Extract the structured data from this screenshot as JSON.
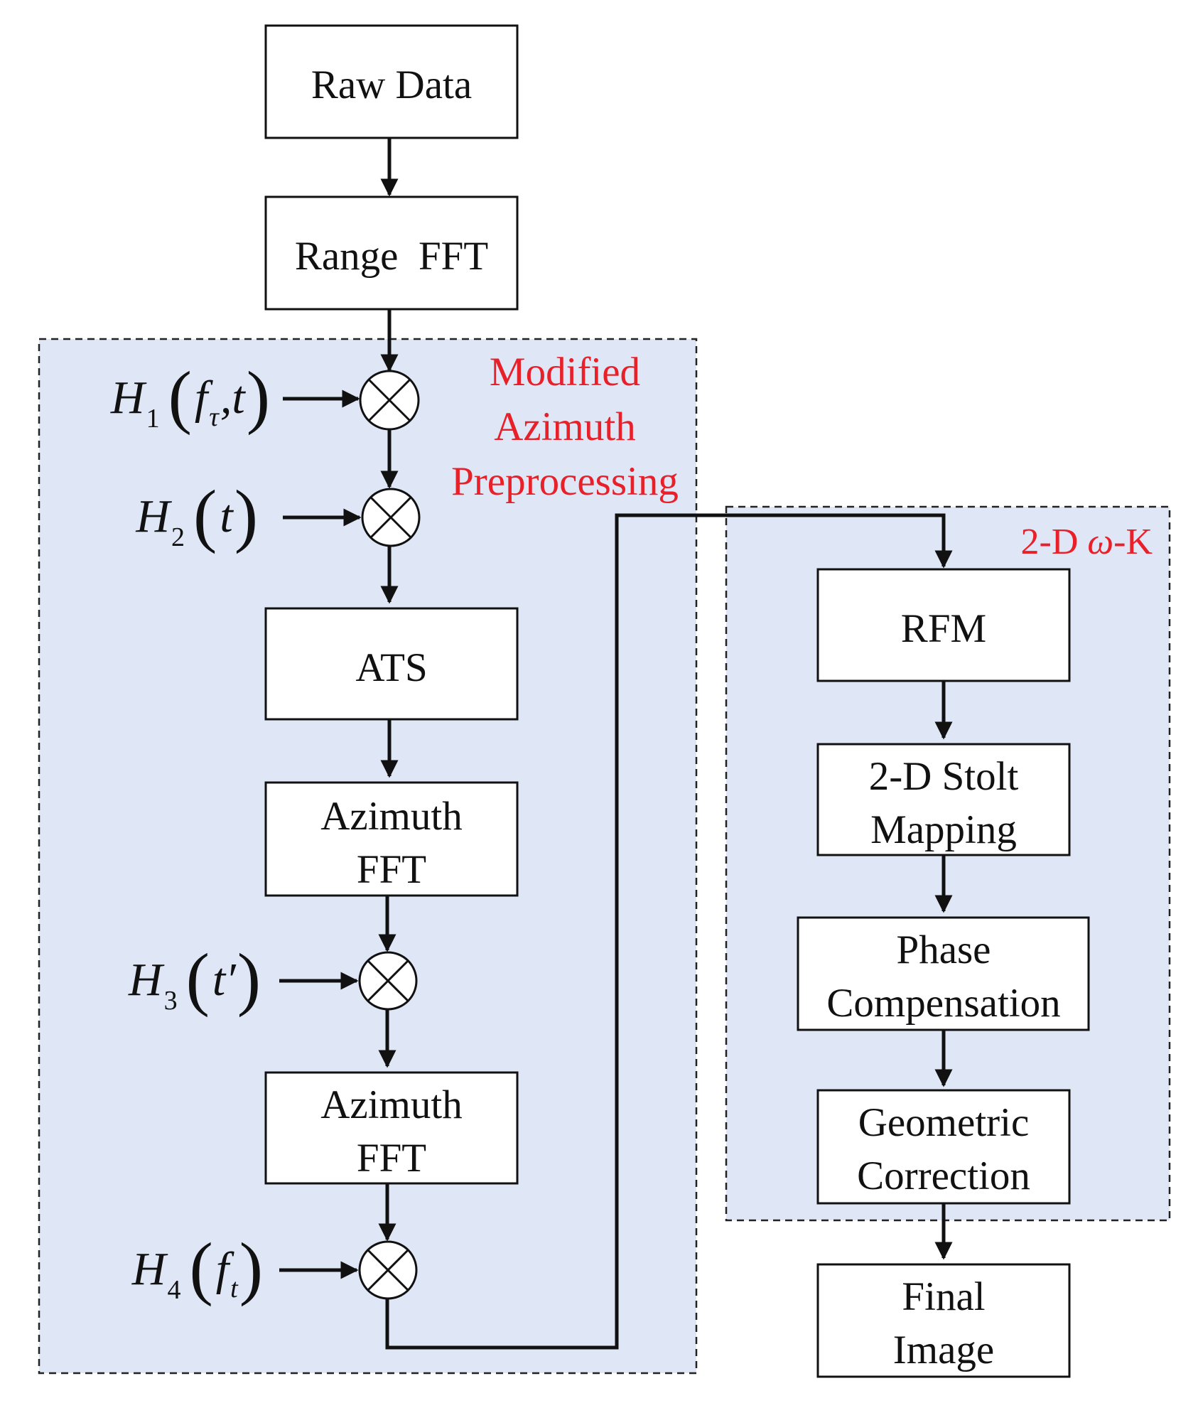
{
  "regions": {
    "modified_azimuth": {
      "title_lines": [
        "Modified",
        "Azimuth",
        "Preprocessing"
      ]
    },
    "omega_k": {
      "title_prefix": "2-D ",
      "title_omega": "ω",
      "title_suffix": "-K"
    }
  },
  "blocks": {
    "raw_data": [
      "Raw Data"
    ],
    "range_fft": [
      "Range  FFT"
    ],
    "ats": [
      "ATS"
    ],
    "azimuth_fft_1": [
      "Azimuth",
      "FFT"
    ],
    "azimuth_fft_2": [
      "Azimuth",
      "FFT"
    ],
    "rfm": [
      "RFM"
    ],
    "stolt": [
      "2-D Stolt",
      "Mapping"
    ],
    "phase_comp": [
      "Phase",
      "Compensation"
    ],
    "geo_corr": [
      "Geometric",
      "Correction"
    ],
    "final_image": [
      "Final",
      "Image"
    ]
  },
  "filters": {
    "h1": {
      "symbol": "H",
      "index": "1",
      "args": [
        {
          "base": "f",
          "sub": "τ"
        },
        {
          "text": ", "
        },
        {
          "base": "t"
        }
      ]
    },
    "h2": {
      "symbol": "H",
      "index": "2",
      "args": [
        {
          "base": "t"
        }
      ]
    },
    "h3": {
      "symbol": "H",
      "index": "3",
      "args": [
        {
          "base": "t′"
        }
      ]
    },
    "h4": {
      "symbol": "H",
      "index": "4",
      "args": [
        {
          "base": "f",
          "sub": "t"
        }
      ]
    }
  }
}
